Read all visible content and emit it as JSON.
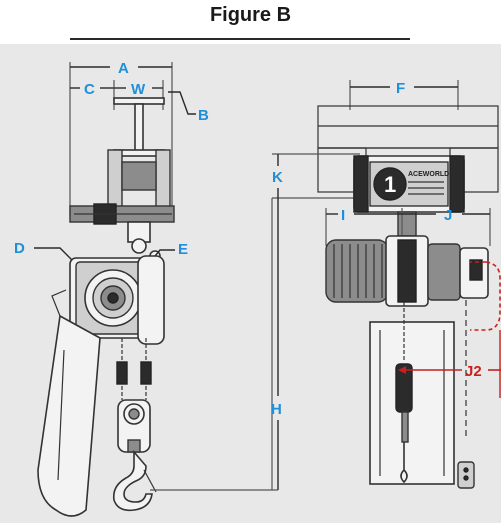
{
  "figure": {
    "title": "Figure B"
  },
  "labels": {
    "A": "A",
    "W": "W",
    "C": "C",
    "B": "B",
    "D": "D",
    "E": "E",
    "F": "F",
    "K": "K",
    "I": "I",
    "J": "J",
    "H": "H",
    "J2": "J2"
  },
  "nameplate": {
    "brand": "ACEWORLD",
    "number": "1"
  },
  "colors": {
    "label_blue": "#1e8fd8",
    "label_red": "#c8201c",
    "panel_bg": "#e8e8e8"
  }
}
